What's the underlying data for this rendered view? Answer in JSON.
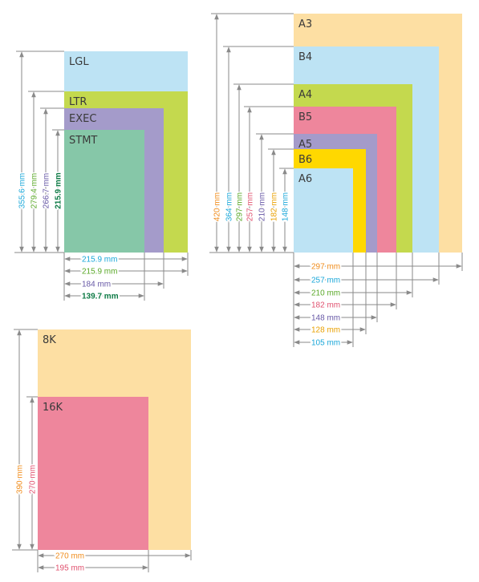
{
  "colors": {
    "arrow": "#8a8a8a",
    "sheet_blue": "#bde3f4",
    "sheet_green": "#c4d94e",
    "sheet_purple": "#a49bca",
    "sheet_teal": "#86c7a8",
    "sheet_orange": "#fddfa3",
    "sheet_pink": "#ee869c",
    "sheet_yellow": "#ffd800",
    "text_cyan": "#1aa7d9",
    "text_green": "#5aa828",
    "text_purple": "#6657a5",
    "text_dkgreen": "#0d7a45",
    "text_orange": "#f08c1b",
    "text_pink": "#e0506e",
    "text_yellow": "#e9a000"
  },
  "groups": [
    {
      "id": "us",
      "sheets": [
        {
          "label": "LGL",
          "width": "215.9 mm",
          "height": "355.6 mm",
          "fill": "sheet_blue",
          "text": "text_cyan"
        },
        {
          "label": "LTR",
          "width": "215.9 mm",
          "height": "279.4 mm",
          "fill": "sheet_green",
          "text": "text_green"
        },
        {
          "label": "EXEC",
          "width": "184 mm",
          "height": "266.7 mm",
          "fill": "sheet_purple",
          "text": "text_purple"
        },
        {
          "label": "STMT",
          "width": "139.7 mm",
          "height": "215.9 mm",
          "fill": "sheet_teal",
          "text": "text_dkgreen"
        }
      ]
    },
    {
      "id": "iso",
      "sheets": [
        {
          "label": "A3",
          "width": "297 mm",
          "height": "420 mm",
          "fill": "sheet_orange",
          "text": "text_orange"
        },
        {
          "label": "B4",
          "width": "257 mm",
          "height": "364 mm",
          "fill": "sheet_blue",
          "text": "text_cyan"
        },
        {
          "label": "A4",
          "width": "210 mm",
          "height": "297 mm",
          "fill": "sheet_green",
          "text": "text_green"
        },
        {
          "label": "B5",
          "width": "182 mm",
          "height": "257 mm",
          "fill": "sheet_pink",
          "text": "text_pink"
        },
        {
          "label": "A5",
          "width": "148 mm",
          "height": "210 mm",
          "fill": "sheet_purple",
          "text": "text_purple"
        },
        {
          "label": "B6",
          "width": "128 mm",
          "height": "182 mm",
          "fill": "sheet_yellow",
          "text": "text_yellow"
        },
        {
          "label": "A6",
          "width": "105 mm",
          "height": "148 mm",
          "fill": "sheet_blue",
          "text": "text_cyan"
        }
      ]
    },
    {
      "id": "kai",
      "sheets": [
        {
          "label": "8K",
          "width": "270 mm",
          "height": "390 mm",
          "fill": "sheet_orange",
          "text": "text_orange"
        },
        {
          "label": "16K",
          "width": "195 mm",
          "height": "270 mm",
          "fill": "sheet_pink",
          "text": "text_pink"
        }
      ]
    }
  ]
}
